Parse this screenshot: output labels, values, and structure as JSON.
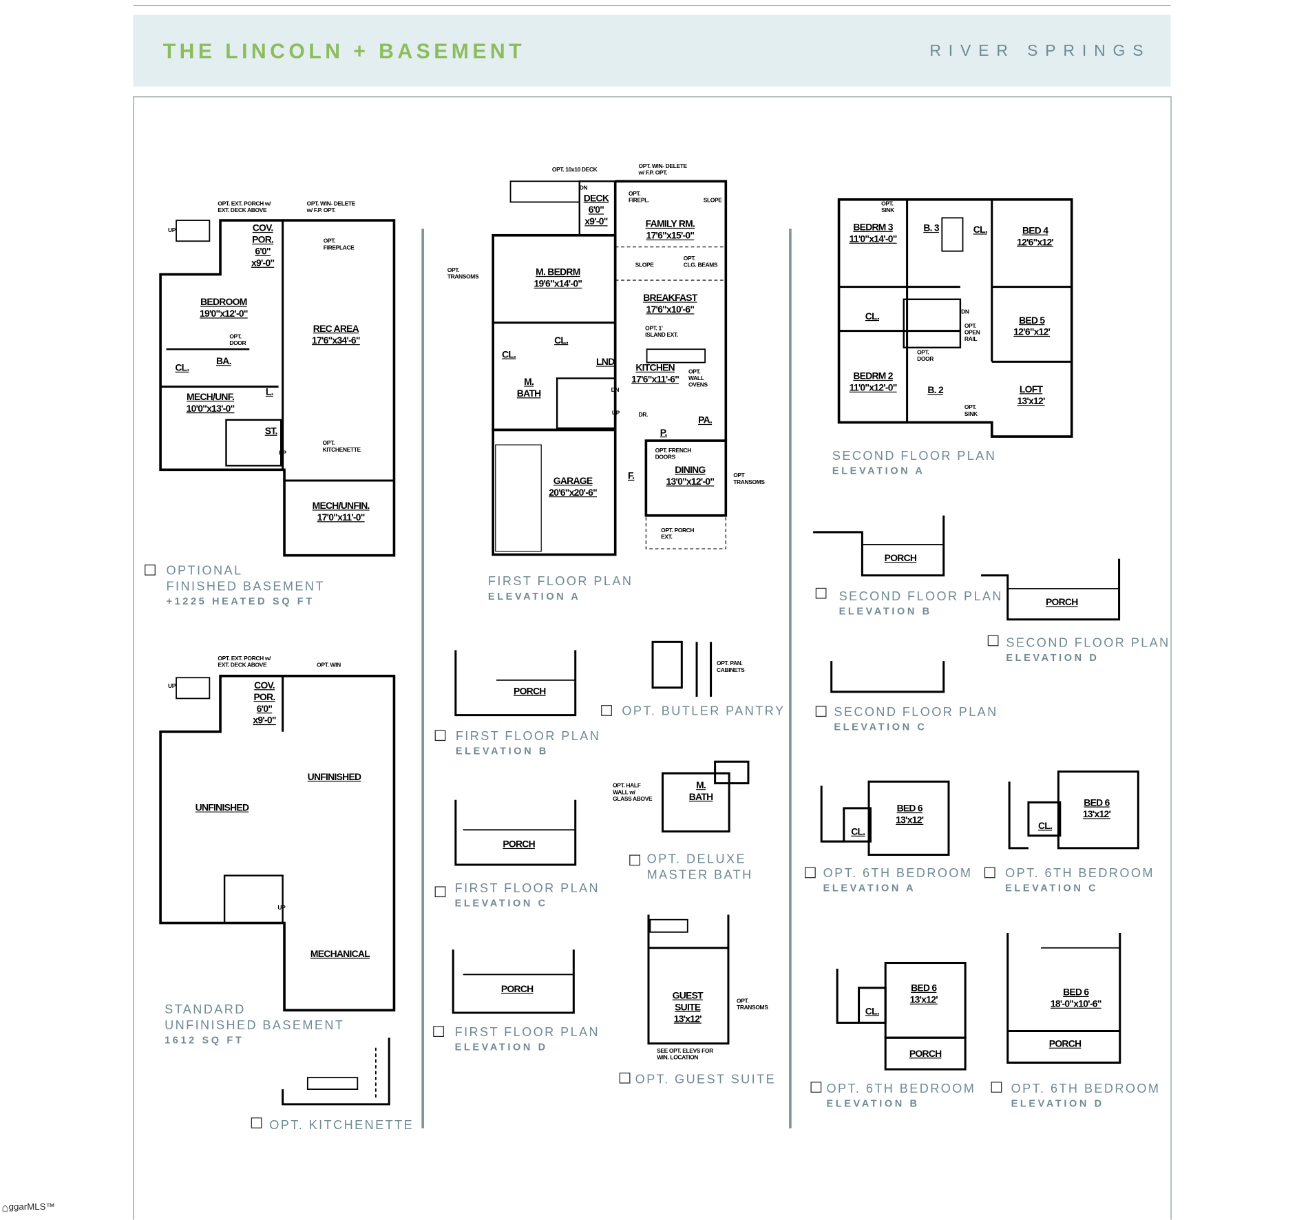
{
  "header": {
    "title": "THE LINCOLN + BASEMENT",
    "community": "RIVER SPRINGS"
  },
  "watermark": "ggarMLS™",
  "captions": [
    {
      "lines": [
        "OPTIONAL",
        "FINISHED BASEMENT",
        "+1225 HEATED SQ FT"
      ],
      "checkbox": true
    },
    {
      "lines": [
        "STANDARD",
        "UNFINISHED BASEMENT",
        "1612 SQ FT"
      ],
      "checkbox": false
    },
    {
      "lines": [
        "OPT. KITCHENETTE"
      ],
      "checkbox": true
    },
    {
      "lines": [
        "FIRST FLOOR PLAN",
        "ELEVATION A"
      ],
      "checkbox": false
    },
    {
      "lines": [
        "FIRST FLOOR PLAN",
        "ELEVATION B"
      ],
      "checkbox": true
    },
    {
      "lines": [
        "OPT. BUTLER PANTRY"
      ],
      "checkbox": true
    },
    {
      "lines": [
        "FIRST FLOOR PLAN",
        "ELEVATION C"
      ],
      "checkbox": true
    },
    {
      "lines": [
        "OPT. DELUXE",
        "MASTER BATH"
      ],
      "checkbox": true
    },
    {
      "lines": [
        "FIRST FLOOR PLAN",
        "ELEVATION D"
      ],
      "checkbox": true
    },
    {
      "lines": [
        "OPT. GUEST SUITE"
      ],
      "checkbox": true
    },
    {
      "lines": [
        "SECOND FLOOR PLAN",
        "ELEVATION A"
      ],
      "checkbox": false
    },
    {
      "lines": [
        "SECOND FLOOR PLAN",
        "ELEVATION B"
      ],
      "checkbox": true
    },
    {
      "lines": [
        "SECOND FLOOR PLAN",
        "ELEVATION D"
      ],
      "checkbox": true
    },
    {
      "lines": [
        "SECOND FLOOR PLAN",
        "ELEVATION C"
      ],
      "checkbox": true
    },
    {
      "lines": [
        "OPT. 6TH BEDROOM",
        "ELEVATION A"
      ],
      "checkbox": true
    },
    {
      "lines": [
        "OPT. 6TH BEDROOM",
        "ELEVATION C"
      ],
      "checkbox": true
    },
    {
      "lines": [
        "OPT. 6TH BEDROOM",
        "ELEVATION B"
      ],
      "checkbox": true
    },
    {
      "lines": [
        "OPT. 6TH BEDROOM",
        "ELEVATION D"
      ],
      "checkbox": true
    }
  ],
  "labels": [
    {
      "t": "note",
      "lines": [
        "OPT. EXT. PORCH w/",
        "EXT. DECK ABOVE"
      ]
    },
    {
      "t": "note",
      "lines": [
        "OPT. WIN- DELETE",
        "w/ F.P. OPT."
      ]
    },
    {
      "t": "note",
      "lines": [
        "UP"
      ]
    },
    {
      "t": "room",
      "lines": [
        "COV.",
        "POR.",
        "6'0\"",
        "x9'-0\""
      ]
    },
    {
      "t": "note",
      "lines": [
        "OPT.",
        "FIREPLACE"
      ]
    },
    {
      "t": "room",
      "lines": [
        "BEDROOM",
        "19'0\"x12'-0\""
      ]
    },
    {
      "t": "room",
      "lines": [
        "REC AREA",
        "17'6\"x34'-6\""
      ]
    },
    {
      "t": "note",
      "lines": [
        "OPT.",
        "DOOR"
      ]
    },
    {
      "t": "room",
      "lines": [
        "CL."
      ]
    },
    {
      "t": "room",
      "lines": [
        "BA."
      ]
    },
    {
      "t": "room",
      "lines": [
        "MECH/UNF.",
        "10'0\"x13'-0\""
      ]
    },
    {
      "t": "room",
      "lines": [
        "L."
      ]
    },
    {
      "t": "room",
      "lines": [
        "ST."
      ]
    },
    {
      "t": "note",
      "lines": [
        "UP"
      ]
    },
    {
      "t": "note",
      "lines": [
        "OPT.",
        "KITCHENETTE"
      ]
    },
    {
      "t": "room",
      "lines": [
        "MECH/UNFIN.",
        "17'0\"x11'-0\""
      ]
    },
    {
      "t": "note",
      "lines": [
        "OPT. EXT. PORCH w/",
        "EXT. DECK ABOVE"
      ]
    },
    {
      "t": "note",
      "lines": [
        "OPT. WIN"
      ]
    },
    {
      "t": "note",
      "lines": [
        "UP"
      ]
    },
    {
      "t": "room",
      "lines": [
        "COV.",
        "POR.",
        "6'0\"",
        "x9'-0\""
      ]
    },
    {
      "t": "room",
      "lines": [
        "UNFINISHED"
      ]
    },
    {
      "t": "room",
      "lines": [
        "UNFINISHED"
      ]
    },
    {
      "t": "note",
      "lines": [
        "UP"
      ]
    },
    {
      "t": "room",
      "lines": [
        "MECHANICAL"
      ]
    },
    {
      "t": "note",
      "lines": [
        "OPT. 10x10 DECK"
      ]
    },
    {
      "t": "note",
      "lines": [
        "OPT. WIN- DELETE",
        "w/ F.P. OPT."
      ]
    },
    {
      "t": "note",
      "lines": [
        "DN"
      ]
    },
    {
      "t": "room",
      "lines": [
        "DECK",
        "6'0\"",
        "x9'-0\""
      ]
    },
    {
      "t": "note",
      "lines": [
        "OPT.",
        "FIREPL."
      ]
    },
    {
      "t": "note",
      "lines": [
        "SLOPE"
      ]
    },
    {
      "t": "room",
      "lines": [
        "FAMILY RM.",
        "17'6\"x15'-0\""
      ]
    },
    {
      "t": "note",
      "lines": [
        "OPT.",
        "TRANSOMS"
      ]
    },
    {
      "t": "room",
      "lines": [
        "M. BEDRM",
        "19'6\"x14'-0\""
      ]
    },
    {
      "t": "note",
      "lines": [
        "SLOPE"
      ]
    },
    {
      "t": "note",
      "lines": [
        "OPT.",
        "CLG. BEAMS"
      ]
    },
    {
      "t": "room",
      "lines": [
        "BREAKFAST",
        "17'6\"x10'-6\""
      ]
    },
    {
      "t": "note",
      "lines": [
        "OPT. 1'",
        "ISLAND EXT."
      ]
    },
    {
      "t": "room",
      "lines": [
        "CL."
      ]
    },
    {
      "t": "room",
      "lines": [
        "CL."
      ]
    },
    {
      "t": "room",
      "lines": [
        "LND"
      ]
    },
    {
      "t": "room",
      "lines": [
        "KITCHEN",
        "17'6\"x11'-6\""
      ]
    },
    {
      "t": "note",
      "lines": [
        "OPT.",
        "WALL",
        "OVENS"
      ]
    },
    {
      "t": "room",
      "lines": [
        "M.",
        "BATH"
      ]
    },
    {
      "t": "note",
      "lines": [
        "DN"
      ]
    },
    {
      "t": "note",
      "lines": [
        "UP"
      ]
    },
    {
      "t": "note",
      "lines": [
        "DR."
      ]
    },
    {
      "t": "room",
      "lines": [
        "PA."
      ]
    },
    {
      "t": "room",
      "lines": [
        "P."
      ]
    },
    {
      "t": "room",
      "lines": [
        "GARAGE",
        "20'6\"x20'-6\""
      ]
    },
    {
      "t": "note",
      "lines": [
        "OPT. FRENCH",
        "DOORS"
      ]
    },
    {
      "t": "room",
      "lines": [
        "F."
      ]
    },
    {
      "t": "room",
      "lines": [
        "DINING",
        "13'0\"x12'-0\""
      ]
    },
    {
      "t": "note",
      "lines": [
        "OPT",
        "TRANSOMS"
      ]
    },
    {
      "t": "note",
      "lines": [
        "OPT. PORCH",
        "EXT."
      ]
    },
    {
      "t": "note",
      "lines": [
        "OPT.",
        "SINK"
      ]
    },
    {
      "t": "room",
      "lines": [
        "BEDRM 3",
        "11'0\"x14'-0\""
      ]
    },
    {
      "t": "room",
      "lines": [
        "B. 3"
      ]
    },
    {
      "t": "room",
      "lines": [
        "CL."
      ]
    },
    {
      "t": "room",
      "lines": [
        "BED 4",
        "12'6\"x12'"
      ]
    },
    {
      "t": "room",
      "lines": [
        "CL."
      ]
    },
    {
      "t": "note",
      "lines": [
        "DN"
      ]
    },
    {
      "t": "note",
      "lines": [
        "OPT.",
        "OPEN",
        "RAIL"
      ]
    },
    {
      "t": "room",
      "lines": [
        "BED 5",
        "12'6\"x12'"
      ]
    },
    {
      "t": "note",
      "lines": [
        "OPT.",
        "DOOR"
      ]
    },
    {
      "t": "room",
      "lines": [
        "BEDRM 2",
        "11'0\"x12'-0\""
      ]
    },
    {
      "t": "room",
      "lines": [
        "B. 2"
      ]
    },
    {
      "t": "note",
      "lines": [
        "OPT.",
        "SINK"
      ]
    },
    {
      "t": "room",
      "lines": [
        "LOFT",
        "13'x12'"
      ]
    },
    {
      "t": "room",
      "lines": [
        "PORCH"
      ]
    },
    {
      "t": "room",
      "lines": [
        "PORCH"
      ]
    },
    {
      "t": "room",
      "lines": [
        "PORCH"
      ]
    },
    {
      "t": "room",
      "lines": [
        "PORCH"
      ]
    },
    {
      "t": "room",
      "lines": [
        "PORCH"
      ]
    },
    {
      "t": "note",
      "lines": [
        "OPT. PAN.",
        "CABINETS"
      ]
    },
    {
      "t": "note",
      "lines": [
        "OPT. HALF",
        "WALL w/",
        "GLASS ABOVE"
      ]
    },
    {
      "t": "room",
      "lines": [
        "M.",
        "BATH"
      ]
    },
    {
      "t": "room",
      "lines": [
        "GUEST",
        "SUITE",
        "13'x12'"
      ]
    },
    {
      "t": "note",
      "lines": [
        "OPT.",
        "TRANSOMS"
      ]
    },
    {
      "t": "note",
      "lines": [
        "SEE OPT. ELEVS FOR",
        "WIN. LOCATION"
      ]
    },
    {
      "t": "room",
      "lines": [
        "BED 6",
        "13'x12'"
      ]
    },
    {
      "t": "room",
      "lines": [
        "CL."
      ]
    },
    {
      "t": "room",
      "lines": [
        "BED 6",
        "13'x12'"
      ]
    },
    {
      "t": "room",
      "lines": [
        "CL."
      ]
    },
    {
      "t": "room",
      "lines": [
        "BED 6",
        "13'x12'"
      ]
    },
    {
      "t": "room",
      "lines": [
        "CL."
      ]
    },
    {
      "t": "room",
      "lines": [
        "PORCH"
      ]
    },
    {
      "t": "room",
      "lines": [
        "BED 6",
        "18'-0\"x10'-6\""
      ]
    },
    {
      "t": "room",
      "lines": [
        "PORCH"
      ]
    }
  ],
  "colors": {
    "title": "#8cbc5c",
    "caption": "#6f8a93",
    "header_bg": "#e3eef0",
    "divider": "#7f9394"
  }
}
